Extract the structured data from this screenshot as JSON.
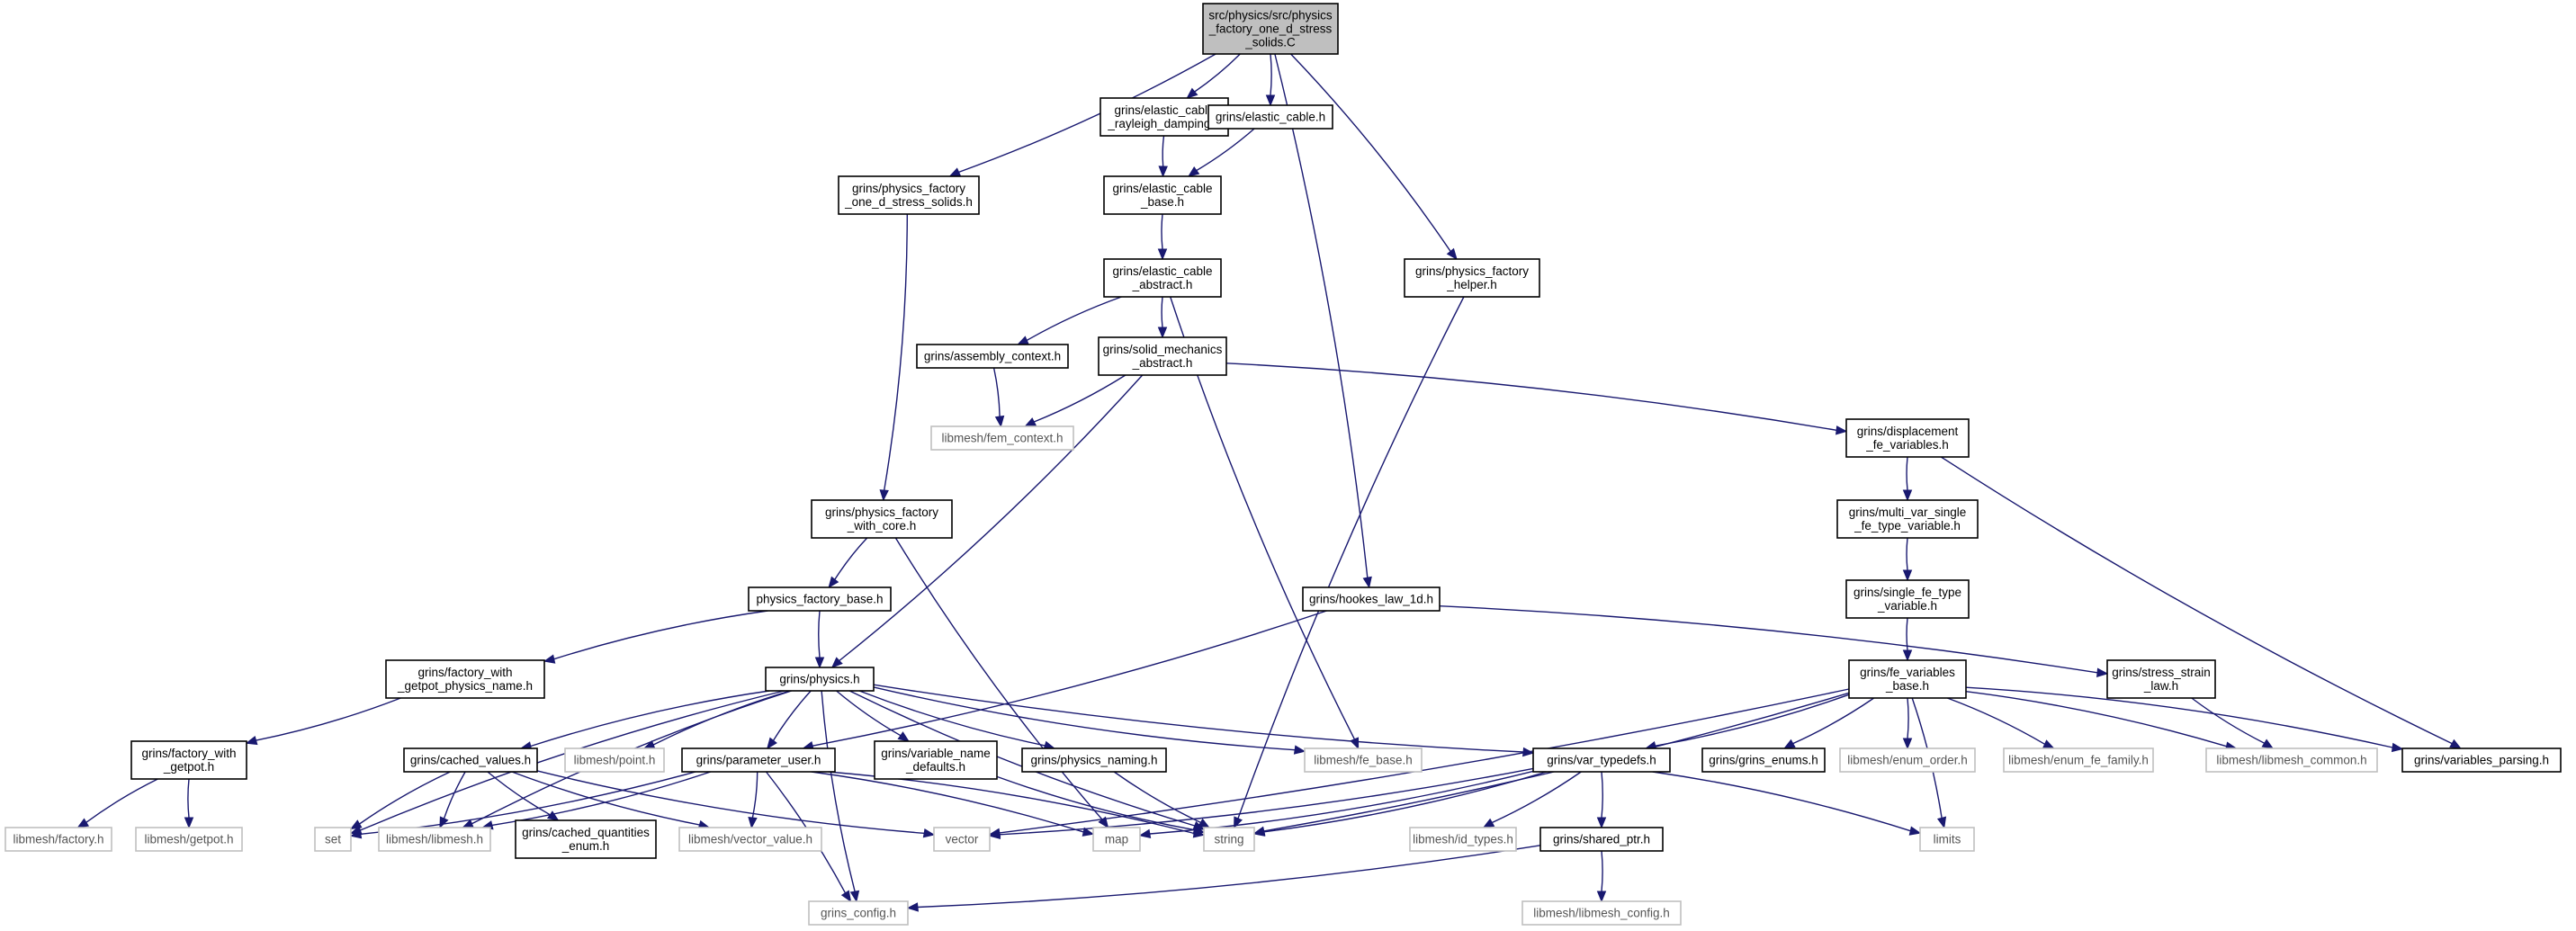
{
  "colors": {
    "edge": "#191970",
    "documented_border": "#000000",
    "external_border": "#bfbfbf",
    "root_fill": "#bfbfbf",
    "external_text": "#555555"
  },
  "nodes": [
    {
      "id": "root",
      "kind": "root",
      "lines": [
        "src/physics/src/physics",
        "_factory_one_d_stress",
        "_solids.C"
      ]
    },
    {
      "id": "pf_one_d",
      "kind": "doc",
      "lines": [
        "grins/physics_factory",
        "_one_d_stress_solids.h"
      ]
    },
    {
      "id": "ec_rayleigh",
      "kind": "doc",
      "lines": [
        "grins/elastic_cable",
        "_rayleigh_damping.h"
      ]
    },
    {
      "id": "ec_h",
      "kind": "doc",
      "lines": [
        "grins/elastic_cable.h"
      ]
    },
    {
      "id": "ec_base",
      "kind": "doc",
      "lines": [
        "grins/elastic_cable",
        "_base.h"
      ]
    },
    {
      "id": "ec_abstract",
      "kind": "doc",
      "lines": [
        "grins/elastic_cable",
        "_abstract.h"
      ]
    },
    {
      "id": "pf_helper",
      "kind": "doc",
      "lines": [
        "grins/physics_factory",
        "_helper.h"
      ]
    },
    {
      "id": "assembly",
      "kind": "doc",
      "lines": [
        "grins/assembly_context.h"
      ]
    },
    {
      "id": "solid_mech",
      "kind": "doc",
      "lines": [
        "grins/solid_mechanics",
        "_abstract.h"
      ]
    },
    {
      "id": "fem_context",
      "kind": "ext",
      "lines": [
        "libmesh/fem_context.h"
      ]
    },
    {
      "id": "disp_fe",
      "kind": "doc",
      "lines": [
        "grins/displacement",
        "_fe_variables.h"
      ]
    },
    {
      "id": "pf_core",
      "kind": "doc",
      "lines": [
        "grins/physics_factory",
        "_with_core.h"
      ]
    },
    {
      "id": "multi_var",
      "kind": "doc",
      "lines": [
        "grins/multi_var_single",
        "_fe_type_variable.h"
      ]
    },
    {
      "id": "pf_base",
      "kind": "doc",
      "lines": [
        "physics_factory_base.h"
      ]
    },
    {
      "id": "hookes",
      "kind": "doc",
      "lines": [
        "grins/hookes_law_1d.h"
      ]
    },
    {
      "id": "single_fe",
      "kind": "doc",
      "lines": [
        "grins/single_fe_type",
        "_variable.h"
      ]
    },
    {
      "id": "fwg_name",
      "kind": "doc",
      "lines": [
        "grins/factory_with",
        "_getpot_physics_name.h"
      ]
    },
    {
      "id": "physics",
      "kind": "doc",
      "lines": [
        "grins/physics.h"
      ]
    },
    {
      "id": "fe_vars_base",
      "kind": "doc",
      "lines": [
        "grins/fe_variables",
        "_base.h"
      ]
    },
    {
      "id": "stress_strain",
      "kind": "doc",
      "lines": [
        "grins/stress_strain",
        "_law.h"
      ]
    },
    {
      "id": "fw_getpot",
      "kind": "doc",
      "lines": [
        "grins/factory_with",
        "_getpot.h"
      ]
    },
    {
      "id": "cached_values",
      "kind": "doc",
      "lines": [
        "grins/cached_values.h"
      ]
    },
    {
      "id": "lm_point",
      "kind": "ext",
      "lines": [
        "libmesh/point.h"
      ]
    },
    {
      "id": "param_user",
      "kind": "doc",
      "lines": [
        "grins/parameter_user.h"
      ]
    },
    {
      "id": "var_name_defaults",
      "kind": "doc",
      "lines": [
        "grins/variable_name",
        "_defaults.h"
      ]
    },
    {
      "id": "phys_naming",
      "kind": "doc",
      "lines": [
        "grins/physics_naming.h"
      ]
    },
    {
      "id": "lm_fe_base",
      "kind": "ext",
      "lines": [
        "libmesh/fe_base.h"
      ]
    },
    {
      "id": "var_typedefs",
      "kind": "doc",
      "lines": [
        "grins/var_typedefs.h"
      ]
    },
    {
      "id": "grins_enums",
      "kind": "doc",
      "lines": [
        "grins/grins_enums.h"
      ]
    },
    {
      "id": "lm_enum_order",
      "kind": "ext",
      "lines": [
        "libmesh/enum_order.h"
      ]
    },
    {
      "id": "lm_enum_fe_family",
      "kind": "ext",
      "lines": [
        "libmesh/enum_fe_family.h"
      ]
    },
    {
      "id": "lm_common",
      "kind": "ext",
      "lines": [
        "libmesh/libmesh_common.h"
      ]
    },
    {
      "id": "vars_parsing",
      "kind": "doc",
      "lines": [
        "grins/variables_parsing.h"
      ]
    },
    {
      "id": "lm_factory",
      "kind": "ext",
      "lines": [
        "libmesh/factory.h"
      ]
    },
    {
      "id": "lm_getpot",
      "kind": "ext",
      "lines": [
        "libmesh/getpot.h"
      ]
    },
    {
      "id": "set",
      "kind": "ext",
      "lines": [
        "set"
      ]
    },
    {
      "id": "lm_libmesh",
      "kind": "ext",
      "lines": [
        "libmesh/libmesh.h"
      ]
    },
    {
      "id": "cached_q_enum",
      "kind": "doc",
      "lines": [
        "grins/cached_quantities",
        "_enum.h"
      ]
    },
    {
      "id": "lm_vector_value",
      "kind": "ext",
      "lines": [
        "libmesh/vector_value.h"
      ]
    },
    {
      "id": "vector",
      "kind": "ext",
      "lines": [
        "vector"
      ]
    },
    {
      "id": "map",
      "kind": "ext",
      "lines": [
        "map"
      ]
    },
    {
      "id": "string",
      "kind": "ext",
      "lines": [
        "string"
      ]
    },
    {
      "id": "lm_id_types",
      "kind": "ext",
      "lines": [
        "libmesh/id_types.h"
      ]
    },
    {
      "id": "shared_ptr",
      "kind": "doc",
      "lines": [
        "grins/shared_ptr.h"
      ]
    },
    {
      "id": "limits",
      "kind": "ext",
      "lines": [
        "limits"
      ]
    },
    {
      "id": "grins_config",
      "kind": "ext",
      "lines": [
        "grins_config.h"
      ]
    },
    {
      "id": "lm_libmesh_config",
      "kind": "ext",
      "lines": [
        "libmesh/libmesh_config.h"
      ]
    }
  ],
  "edges": [
    [
      "root",
      "pf_one_d"
    ],
    [
      "root",
      "ec_rayleigh"
    ],
    [
      "root",
      "ec_h"
    ],
    [
      "root",
      "hookes"
    ],
    [
      "root",
      "pf_helper"
    ],
    [
      "ec_rayleigh",
      "ec_base"
    ],
    [
      "ec_h",
      "ec_base"
    ],
    [
      "ec_base",
      "ec_abstract"
    ],
    [
      "ec_abstract",
      "assembly"
    ],
    [
      "ec_abstract",
      "solid_mech"
    ],
    [
      "ec_abstract",
      "lm_fe_base"
    ],
    [
      "assembly",
      "fem_context"
    ],
    [
      "solid_mech",
      "fem_context"
    ],
    [
      "solid_mech",
      "disp_fe"
    ],
    [
      "solid_mech",
      "physics"
    ],
    [
      "pf_one_d",
      "pf_core"
    ],
    [
      "pf_core",
      "pf_base"
    ],
    [
      "pf_core",
      "map"
    ],
    [
      "pf_base",
      "fwg_name"
    ],
    [
      "pf_base",
      "physics"
    ],
    [
      "fwg_name",
      "fw_getpot"
    ],
    [
      "fw_getpot",
      "lm_factory"
    ],
    [
      "fw_getpot",
      "lm_getpot"
    ],
    [
      "pf_helper",
      "string"
    ],
    [
      "disp_fe",
      "multi_var"
    ],
    [
      "disp_fe",
      "vars_parsing"
    ],
    [
      "multi_var",
      "single_fe"
    ],
    [
      "single_fe",
      "fe_vars_base"
    ],
    [
      "hookes",
      "param_user"
    ],
    [
      "hookes",
      "stress_strain"
    ],
    [
      "stress_strain",
      "lm_common"
    ],
    [
      "fe_vars_base",
      "var_typedefs"
    ],
    [
      "fe_vars_base",
      "grins_enums"
    ],
    [
      "fe_vars_base",
      "lm_enum_order"
    ],
    [
      "fe_vars_base",
      "lm_enum_fe_family"
    ],
    [
      "fe_vars_base",
      "lm_common"
    ],
    [
      "fe_vars_base",
      "vars_parsing"
    ],
    [
      "fe_vars_base",
      "vector"
    ],
    [
      "fe_vars_base",
      "string"
    ],
    [
      "fe_vars_base",
      "limits"
    ],
    [
      "physics",
      "cached_values"
    ],
    [
      "physics",
      "lm_point"
    ],
    [
      "physics",
      "param_user"
    ],
    [
      "physics",
      "var_name_defaults"
    ],
    [
      "physics",
      "phys_naming"
    ],
    [
      "physics",
      "lm_fe_base"
    ],
    [
      "physics",
      "var_typedefs"
    ],
    [
      "physics",
      "set"
    ],
    [
      "physics",
      "lm_libmesh"
    ],
    [
      "physics",
      "string"
    ],
    [
      "physics",
      "grins_config"
    ],
    [
      "cached_values",
      "set"
    ],
    [
      "cached_values",
      "lm_libmesh"
    ],
    [
      "cached_values",
      "cached_q_enum"
    ],
    [
      "cached_values",
      "lm_vector_value"
    ],
    [
      "cached_values",
      "vector"
    ],
    [
      "param_user",
      "set"
    ],
    [
      "param_user",
      "lm_libmesh"
    ],
    [
      "param_user",
      "lm_vector_value"
    ],
    [
      "param_user",
      "map"
    ],
    [
      "param_user",
      "string"
    ],
    [
      "param_user",
      "grins_config"
    ],
    [
      "var_name_defaults",
      "string"
    ],
    [
      "phys_naming",
      "string"
    ],
    [
      "var_typedefs",
      "vector"
    ],
    [
      "var_typedefs",
      "map"
    ],
    [
      "var_typedefs",
      "string"
    ],
    [
      "var_typedefs",
      "lm_id_types"
    ],
    [
      "var_typedefs",
      "shared_ptr"
    ],
    [
      "var_typedefs",
      "limits"
    ],
    [
      "shared_ptr",
      "grins_config"
    ],
    [
      "shared_ptr",
      "lm_libmesh_config"
    ]
  ]
}
